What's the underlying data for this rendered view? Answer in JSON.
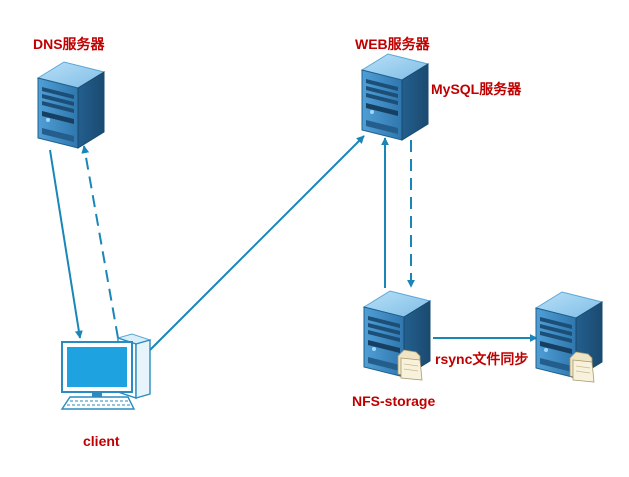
{
  "labels": {
    "dns": "DNS服务器",
    "web": "WEB服务器",
    "mysql": "MySQL服务器",
    "rsync": "rsync文件同步",
    "nfs": "NFS-storage",
    "client": "client"
  },
  "colors": {
    "label": "#c00000",
    "arrow": "#1a86b8",
    "server_dark": "#1f5f8b",
    "server_mid": "#3b8ac4",
    "server_light": "#7fbde6",
    "monitor_frame": "#2a8bc0",
    "monitor_screen": "#1ea3e0",
    "folder": "#f5ecd0"
  },
  "icons": {
    "dns_server": "server-icon",
    "web_server": "server-icon",
    "nfs_server": "server-icon",
    "backup_server": "server-icon",
    "client": "desktop-computer-icon",
    "nfs_folder": "folder-icon",
    "backup_folder": "folder-icon"
  }
}
